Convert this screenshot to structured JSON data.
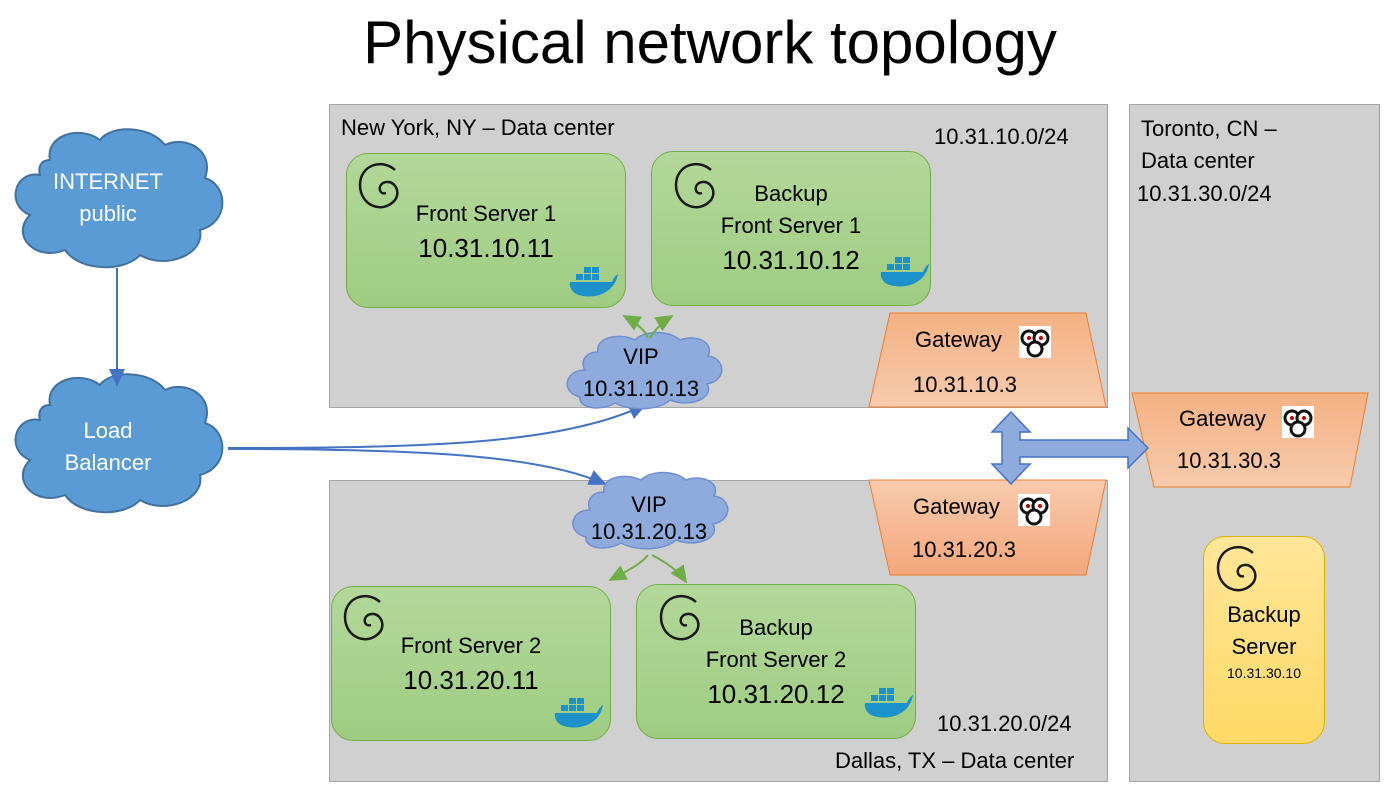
{
  "title": "Physical network topology",
  "internet": {
    "line1": "INTERNET",
    "line2": "public"
  },
  "load_balancer": {
    "line1": "Load",
    "line2": "Balancer"
  },
  "new_york": {
    "label": "New York, NY – Data center",
    "subnet": "10.31.10.0/24",
    "server1": {
      "name": "Front Server 1",
      "ip": "10.31.10.11"
    },
    "server2": {
      "line1": "Backup",
      "line2": "Front Server 1",
      "ip": "10.31.10.12"
    },
    "vip": {
      "label": "VIP",
      "ip": "10.31.10.13"
    },
    "gateway": {
      "label": "Gateway",
      "ip": "10.31.10.3"
    }
  },
  "dallas": {
    "label": "Dallas, TX – Data center",
    "subnet": "10.31.20.0/24",
    "server1": {
      "name": "Front Server 2",
      "ip": "10.31.20.11"
    },
    "server2": {
      "line1": "Backup",
      "line2": "Front Server 2",
      "ip": "10.31.20.12"
    },
    "vip": {
      "label": "VIP",
      "ip": "10.31.20.13"
    },
    "gateway": {
      "label": "Gateway",
      "ip": "10.31.20.3"
    }
  },
  "toronto": {
    "line1": "Toronto, CN –",
    "line2": "Data center",
    "subnet": "10.31.30.0/24",
    "gateway": {
      "label": "Gateway",
      "ip": "10.31.30.3"
    },
    "backup_server": {
      "line1": "Backup",
      "line2": "Server",
      "ip": "10.31.30.10"
    }
  },
  "colors": {
    "cloud_blue": "#5b9bd5",
    "vip_cloud": "#8faadc",
    "server_green": "#a9d18e",
    "gateway_orange": "#f4b183",
    "backup_yellow": "#ffd966",
    "datacenter_gray": "#d0d0d0"
  },
  "icons": [
    "debian-logo-icon",
    "docker-whale-icon",
    "pfsense-logo-icon"
  ]
}
